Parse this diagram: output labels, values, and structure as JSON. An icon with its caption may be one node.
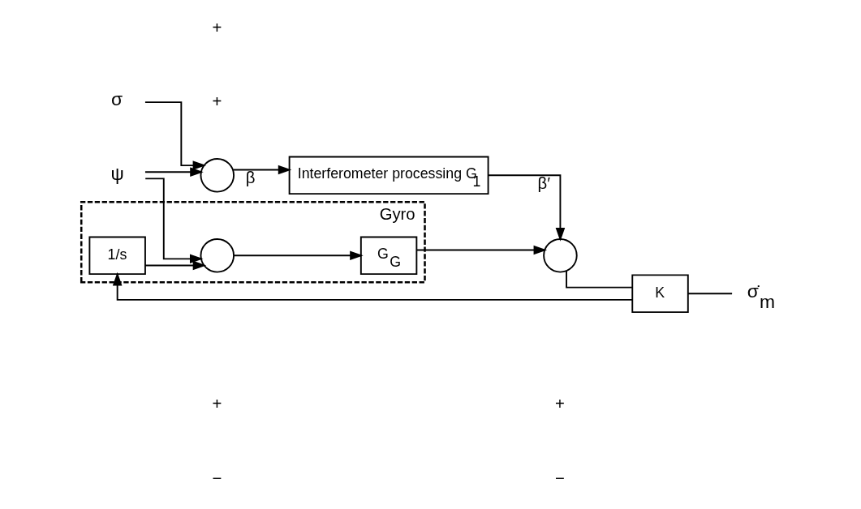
{
  "diagram": {
    "nodes": [
      {
        "text": [
          "σ"
        ]
      },
      {
        "text": [],
        "shape": "circle"
      },
      {
        "text": [
          "Interferometer processing G$_{1}$"
        ]
      },
      {
        "text": [],
        "shape": "circle"
      },
      {
        "text": [
          "K"
        ]
      },
      {
        "text": [
          "σ̇$_{m}$"
        ]
      },
      {
        "text": [
          "Gyro"
        ]
      },
      {
        "text": [
          "G$_{G}$"
        ],
        "in": 6
      },
      {
        "text": [],
        "shape": "circle",
        "in": 6
      },
      {
        "text": [
          "1/s"
        ],
        "in": 6
      },
      {
        "text": [
          "ψ"
        ]
      }
    ],
    "edges": [
      {
        "from": 0,
        "to": 1,
        "arrow": "to"
      },
      {
        "from": 1,
        "to": 2,
        "arrow": "to",
        "label": "β"
      },
      {
        "from": 2,
        "to": 3,
        "arrow": "to",
        "label": "β′"
      },
      {
        "from": 3,
        "to": 4,
        "arrow": "none"
      },
      {
        "from": 4,
        "to": 5,
        "arrow": "none"
      },
      {
        "from": 4,
        "to": 9,
        "arrow": "to"
      },
      {
        "from": 9,
        "to": 8,
        "arrow": "to"
      },
      {
        "from": 8,
        "to": 7,
        "arrow": "to"
      },
      {
        "from": 7,
        "to": 3,
        "arrow": "to"
      },
      {
        "from": 10,
        "to": 8,
        "arrow": "to"
      },
      {
        "from": 10,
        "to": 1,
        "arrow": "to"
      }
    ],
    "labels": [
      "+",
      "−",
      "+",
      "−",
      "+",
      "+"
    ]
  }
}
